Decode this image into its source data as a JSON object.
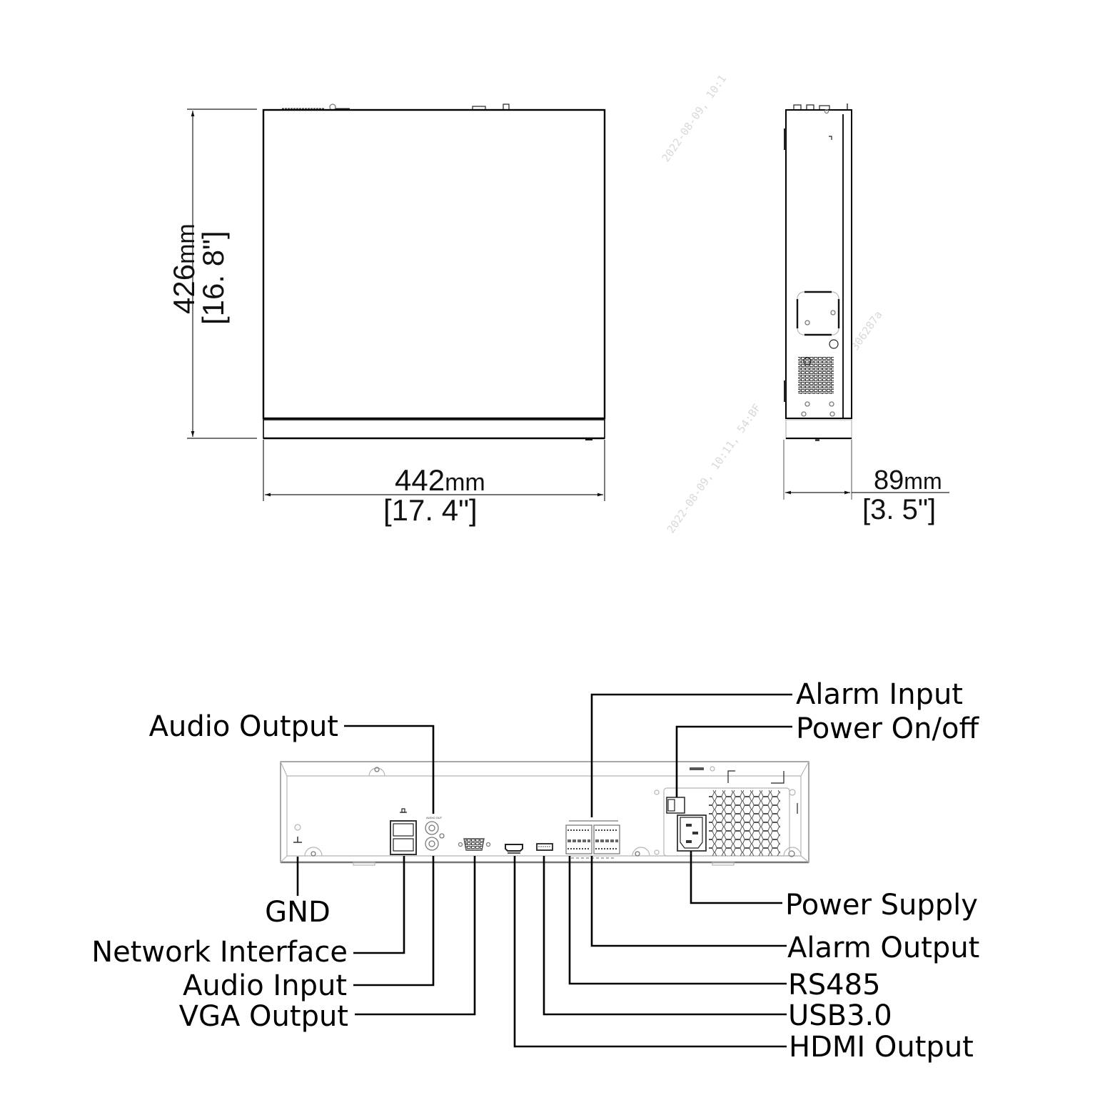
{
  "top_view": {
    "height_dimension": {
      "mm": "426",
      "unit": "mm",
      "inch": "[16. 8\"]"
    },
    "width_dimension": {
      "mm": "442",
      "unit": "mm",
      "inch": "[17. 4\"]"
    }
  },
  "side_view": {
    "depth_dimension": {
      "mm": "89",
      "unit": "mm",
      "inch": "[3. 5\"]"
    }
  },
  "watermarks": [
    "2022-08-09, 10:1",
    "2022-08-09, 10:11, 54:BF",
    "306287a"
  ],
  "rear_panel": {
    "callouts_top": [
      {
        "id": "audio-output",
        "label": "Audio Output"
      },
      {
        "id": "alarm-input",
        "label": "Alarm Input"
      },
      {
        "id": "power-on-off",
        "label": "Power On/off"
      }
    ],
    "callouts_bottom_left": [
      {
        "id": "gnd",
        "label": "GND"
      },
      {
        "id": "network-interface",
        "label": "Network Interface"
      },
      {
        "id": "audio-input",
        "label": "Audio Input"
      },
      {
        "id": "vga-output",
        "label": "VGA Output"
      }
    ],
    "callouts_bottom_right": [
      {
        "id": "power-supply",
        "label": "Power Supply"
      },
      {
        "id": "alarm-output",
        "label": "Alarm Output"
      },
      {
        "id": "rs485",
        "label": "RS485"
      },
      {
        "id": "usb3",
        "label": "USB3.0"
      },
      {
        "id": "hdmi-output",
        "label": "HDMI Output"
      }
    ]
  }
}
